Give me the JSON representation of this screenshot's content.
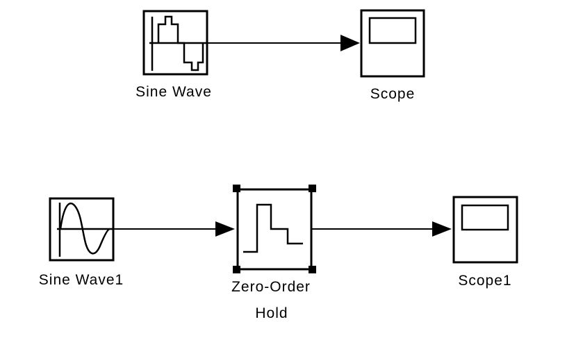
{
  "blocks": {
    "sine_wave": {
      "label": "Sine Wave"
    },
    "scope": {
      "label": "Scope"
    },
    "sine_wave1": {
      "label": "Sine Wave1"
    },
    "zero_order_hold": {
      "label_line1": "Zero-Order",
      "label_line2": "Hold",
      "selected": true
    },
    "scope1": {
      "label": "Scope1"
    }
  },
  "colors": {
    "line": "#000000",
    "background": "#ffffff"
  }
}
